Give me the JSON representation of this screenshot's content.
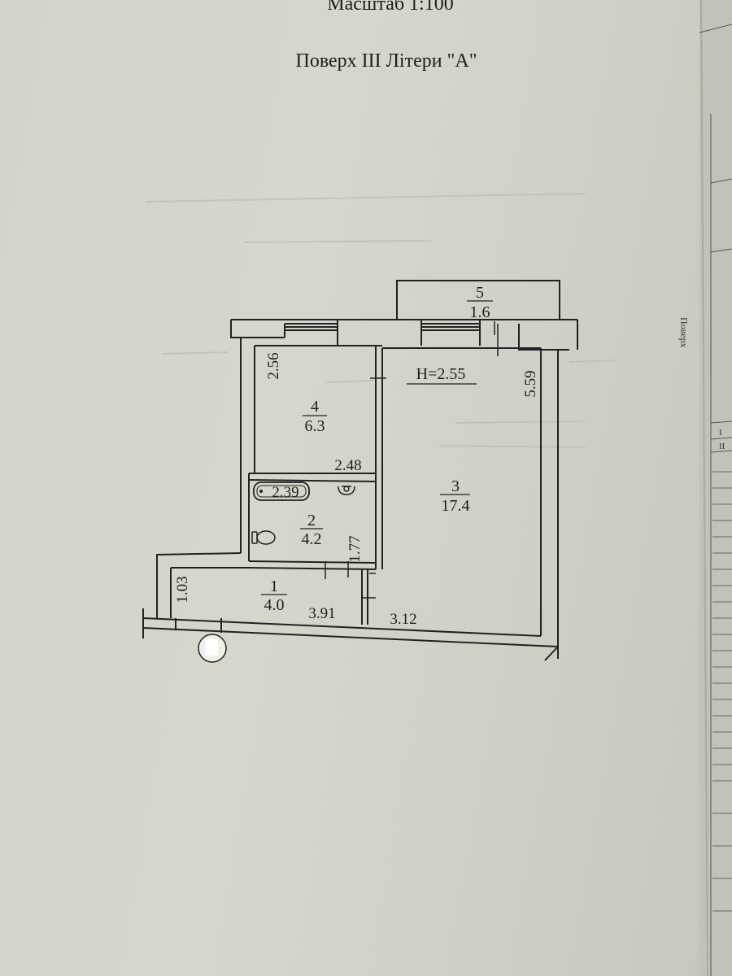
{
  "header": {
    "scale": "Масштаб 1:100",
    "floor": "Поверх III Літери \"А\""
  },
  "rooms": [
    {
      "number": "1",
      "area": "4.0"
    },
    {
      "number": "2",
      "area": "4.2"
    },
    {
      "number": "3",
      "area": "17.4"
    },
    {
      "number": "4",
      "area": "6.3"
    },
    {
      "number": "5",
      "area": "1.6"
    }
  ],
  "ceiling_height": "Н=2.55",
  "dimensions": {
    "room4_height": "2.56",
    "room4_width": "2.48",
    "room3_height": "5.59",
    "bath_length": "2.39",
    "room2_height": "1.77",
    "room1_height": "1.03",
    "room1_width": "3.91",
    "room3_width": "3.12"
  },
  "next_page": {
    "label": "Поверх",
    "marks": [
      "І",
      "ІІ"
    ]
  }
}
